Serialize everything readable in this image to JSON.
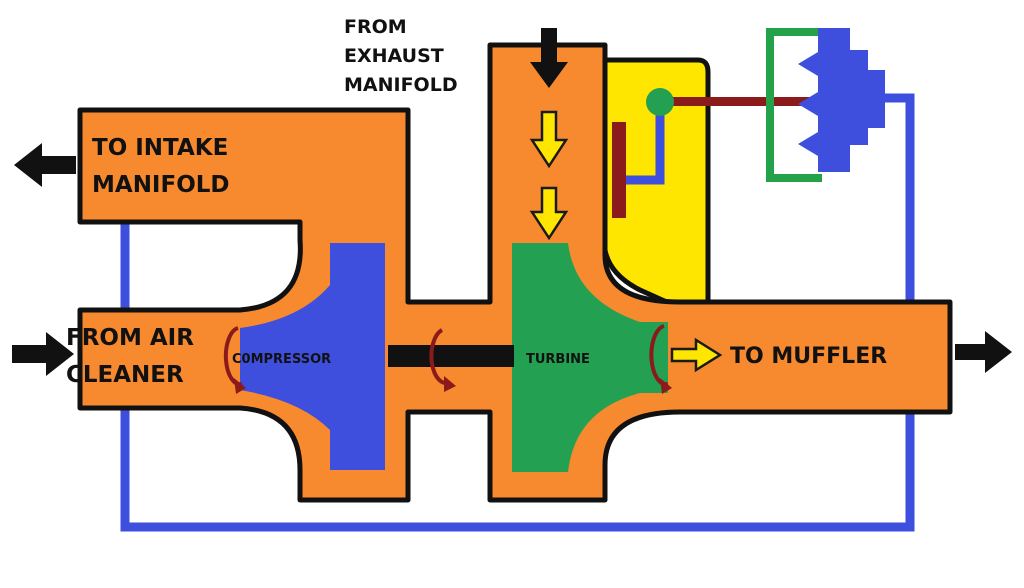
{
  "labels": {
    "from_exhaust_line1": "FROM",
    "from_exhaust_line2": "EXHAUST",
    "from_exhaust_line3": "MANIFOLD",
    "to_intake_line1": "TO INTAKE",
    "to_intake_line2": "MANIFOLD",
    "from_air_line1": "FROM AIR",
    "from_air_line2": "CLEANER",
    "compressor": "C0MPRESSOR",
    "turbine": "TURBINE",
    "to_muffler": "TO MUFFLER"
  },
  "colors": {
    "housing": "#f7892e",
    "outline": "#111111",
    "compressor_wheel": "#3d4fdc",
    "turbine_wheel": "#23a051",
    "wastegate_chamber": "#ffe600",
    "control_line": "#3d4fdc",
    "actuator_bracket": "#24a24a",
    "actuator_body": "#3d4fdc",
    "rod": "#8b1a1a",
    "rotation_arrow": "#8b1a1a",
    "flow_arrow": "#ffe600",
    "flow_arrow_outline": "#1a1a1a",
    "shaft": "#111111",
    "port_arrow": "#111111"
  },
  "icons": {
    "exhaust_in": "arrow-down-icon",
    "intake_out": "arrow-left-icon",
    "air_in": "arrow-right-icon",
    "muffler_out": "arrow-right-icon",
    "flow": "arrow-down-outline-icon",
    "rotation": "circular-arrow-icon"
  }
}
